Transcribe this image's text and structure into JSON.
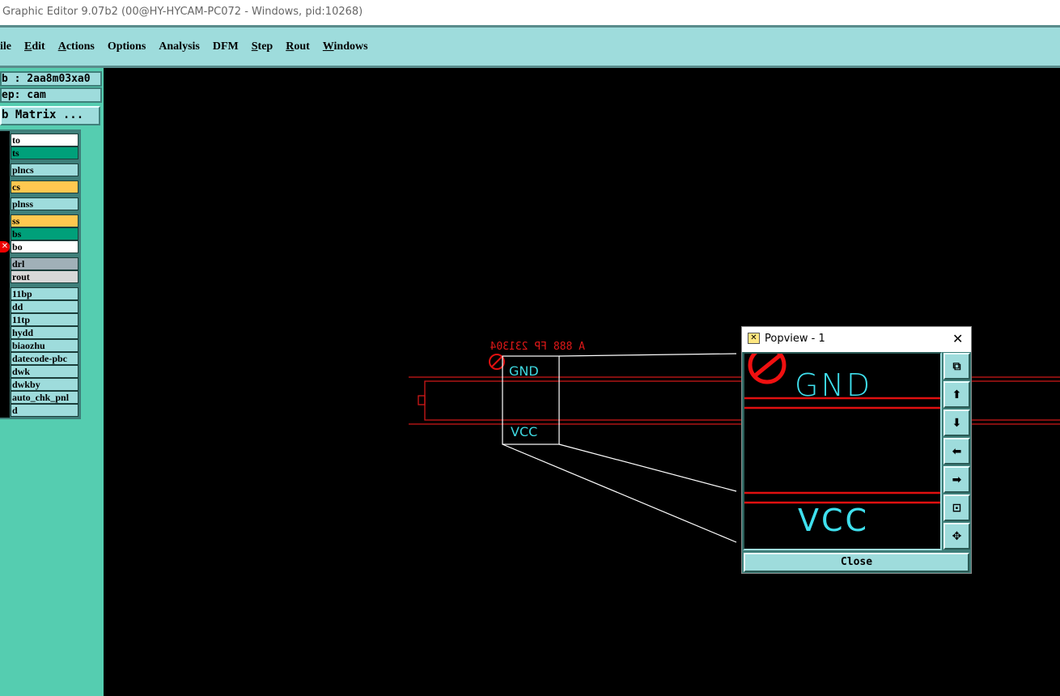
{
  "window": {
    "title": "Graphic Editor 9.07b2 (00@HY-HYCAM-PC072 - Windows, pid:10268)"
  },
  "menu": [
    "ile",
    "Edit",
    "Actions",
    "Options",
    "Analysis",
    "DFM",
    "Step",
    "Rout",
    "Windows"
  ],
  "panel": {
    "job": "b : 2aa8m03xa0",
    "step": "ep: cam",
    "matrix_button": "b Matrix ..."
  },
  "layers": [
    {
      "name": "to",
      "color": "#ffffff"
    },
    {
      "name": "ts",
      "color": "#00a07a"
    },
    {
      "name": "plncs",
      "color": "#9edcdc"
    },
    {
      "name": "cs",
      "color": "#ffc850"
    },
    {
      "name": "plnss",
      "color": "#9edcdc"
    },
    {
      "name": "ss",
      "color": "#ffc850"
    },
    {
      "name": "bs",
      "color": "#00a07a"
    },
    {
      "name": "bo",
      "color": "#ffffff"
    },
    {
      "name": "drl",
      "color": "#a0b0b8"
    },
    {
      "name": "rout",
      "color": "#d8d8d8"
    },
    {
      "name": "11bp",
      "color": "#9edcdc"
    },
    {
      "name": "dd",
      "color": "#9edcdc"
    },
    {
      "name": "11tp",
      "color": "#9edcdc"
    },
    {
      "name": "hydd",
      "color": "#9edcdc"
    },
    {
      "name": "biaozhu",
      "color": "#9edcdc"
    },
    {
      "name": "datecode-pbc",
      "color": "#9edcdc"
    },
    {
      "name": "dwk",
      "color": "#9edcdc"
    },
    {
      "name": "dwkby",
      "color": "#9edcdc"
    },
    {
      "name": "auto_chk_pnl",
      "color": "#9edcdc"
    },
    {
      "name": "d",
      "color": "#9edcdc"
    }
  ],
  "canvas": {
    "silk_text": "A 888 FP 231304",
    "gnd": "GND",
    "vcc": "VCC"
  },
  "popview": {
    "title": "Popview - 1",
    "close_x": "✕",
    "gnd": "GND",
    "vcc": "VCC",
    "close_label": "Close",
    "buttons": [
      "fit-icon",
      "pan-up-icon",
      "pan-down-icon",
      "pan-left-icon",
      "pan-right-icon",
      "zoom-in-icon",
      "zoom-out-icon"
    ],
    "button_glyphs": [
      "⧉",
      "⬆",
      "⬇",
      "⬅",
      "➡",
      "⊡",
      "✥"
    ]
  }
}
